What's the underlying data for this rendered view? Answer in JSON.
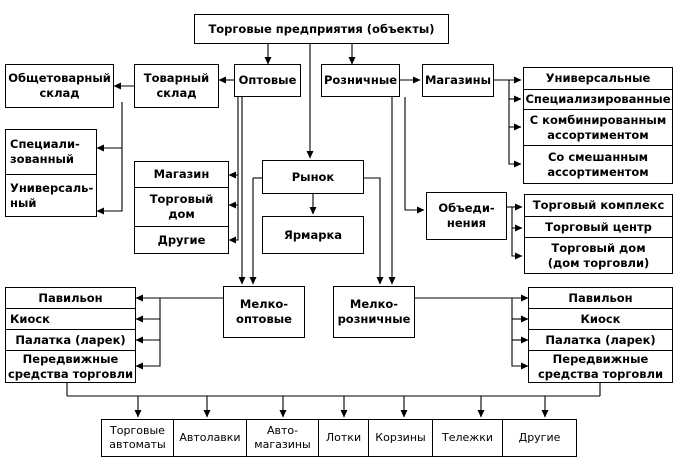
{
  "nodes": {
    "root": "Торговые предприятия (объекты)",
    "wholesale": "Оптовые",
    "retail": "Розничные",
    "warehouse": "Товарный\nсклад",
    "general_warehouse": "Общетоварный\nсклад",
    "specialized_warehouse": "Специали-\nзованный",
    "universal_warehouse": "Универсаль-\nный",
    "shop_w": "Магазин",
    "trade_house_w": "Торговый\nдом",
    "others_w": "Другие",
    "market": "Рынок",
    "fair": "Ярмарка",
    "shops": "Магазины",
    "universal_shops": "Универсальные",
    "specialized_shops": "Специализированные",
    "combined_shops": "С комбинированным\nассортиментом",
    "mixed_shops": "Со смешанным\nассортиментом",
    "associations": "Объеди-\nнения",
    "trade_complex": "Торговый комплекс",
    "trade_center": "Торговый центр",
    "trade_house_r": "Торговый дом\n(дом торговли)",
    "small_wholesale": "Мелко-\nоптовые",
    "small_retail": "Мелко-\nрозничные",
    "left_group": [
      "Павильон",
      "Киоск",
      "Палатка (ларек)",
      "Передвижные\nсредства торговли"
    ],
    "right_group": [
      "Павильон",
      "Киоск",
      "Палатка (ларек)",
      "Передвижные\nсредства торговли"
    ],
    "bottom_row": [
      "Торговые\nавтоматы",
      "Автолавки",
      "Авто-\nмагазины",
      "Лотки",
      "Корзины",
      "Тележки",
      "Другие"
    ]
  }
}
